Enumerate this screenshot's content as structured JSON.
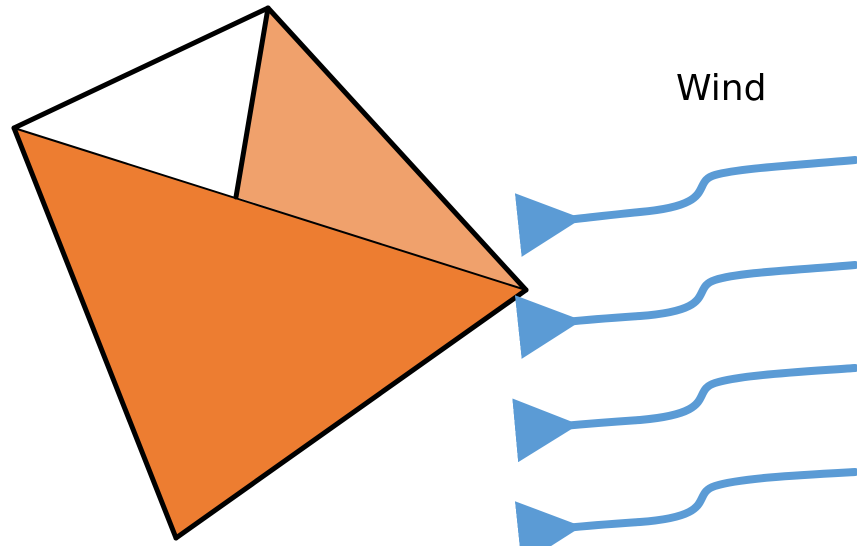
{
  "diagram": {
    "wind_label": "Wind",
    "kite": {
      "front_face_color": "#ED7D31",
      "back_face_color": "#F0A16C",
      "open_face_color": "#FFFFFF",
      "outline_color": "#000000"
    },
    "wind_arrows": {
      "count": 4,
      "color": "#5B9BD5",
      "direction": "right-to-left"
    }
  }
}
